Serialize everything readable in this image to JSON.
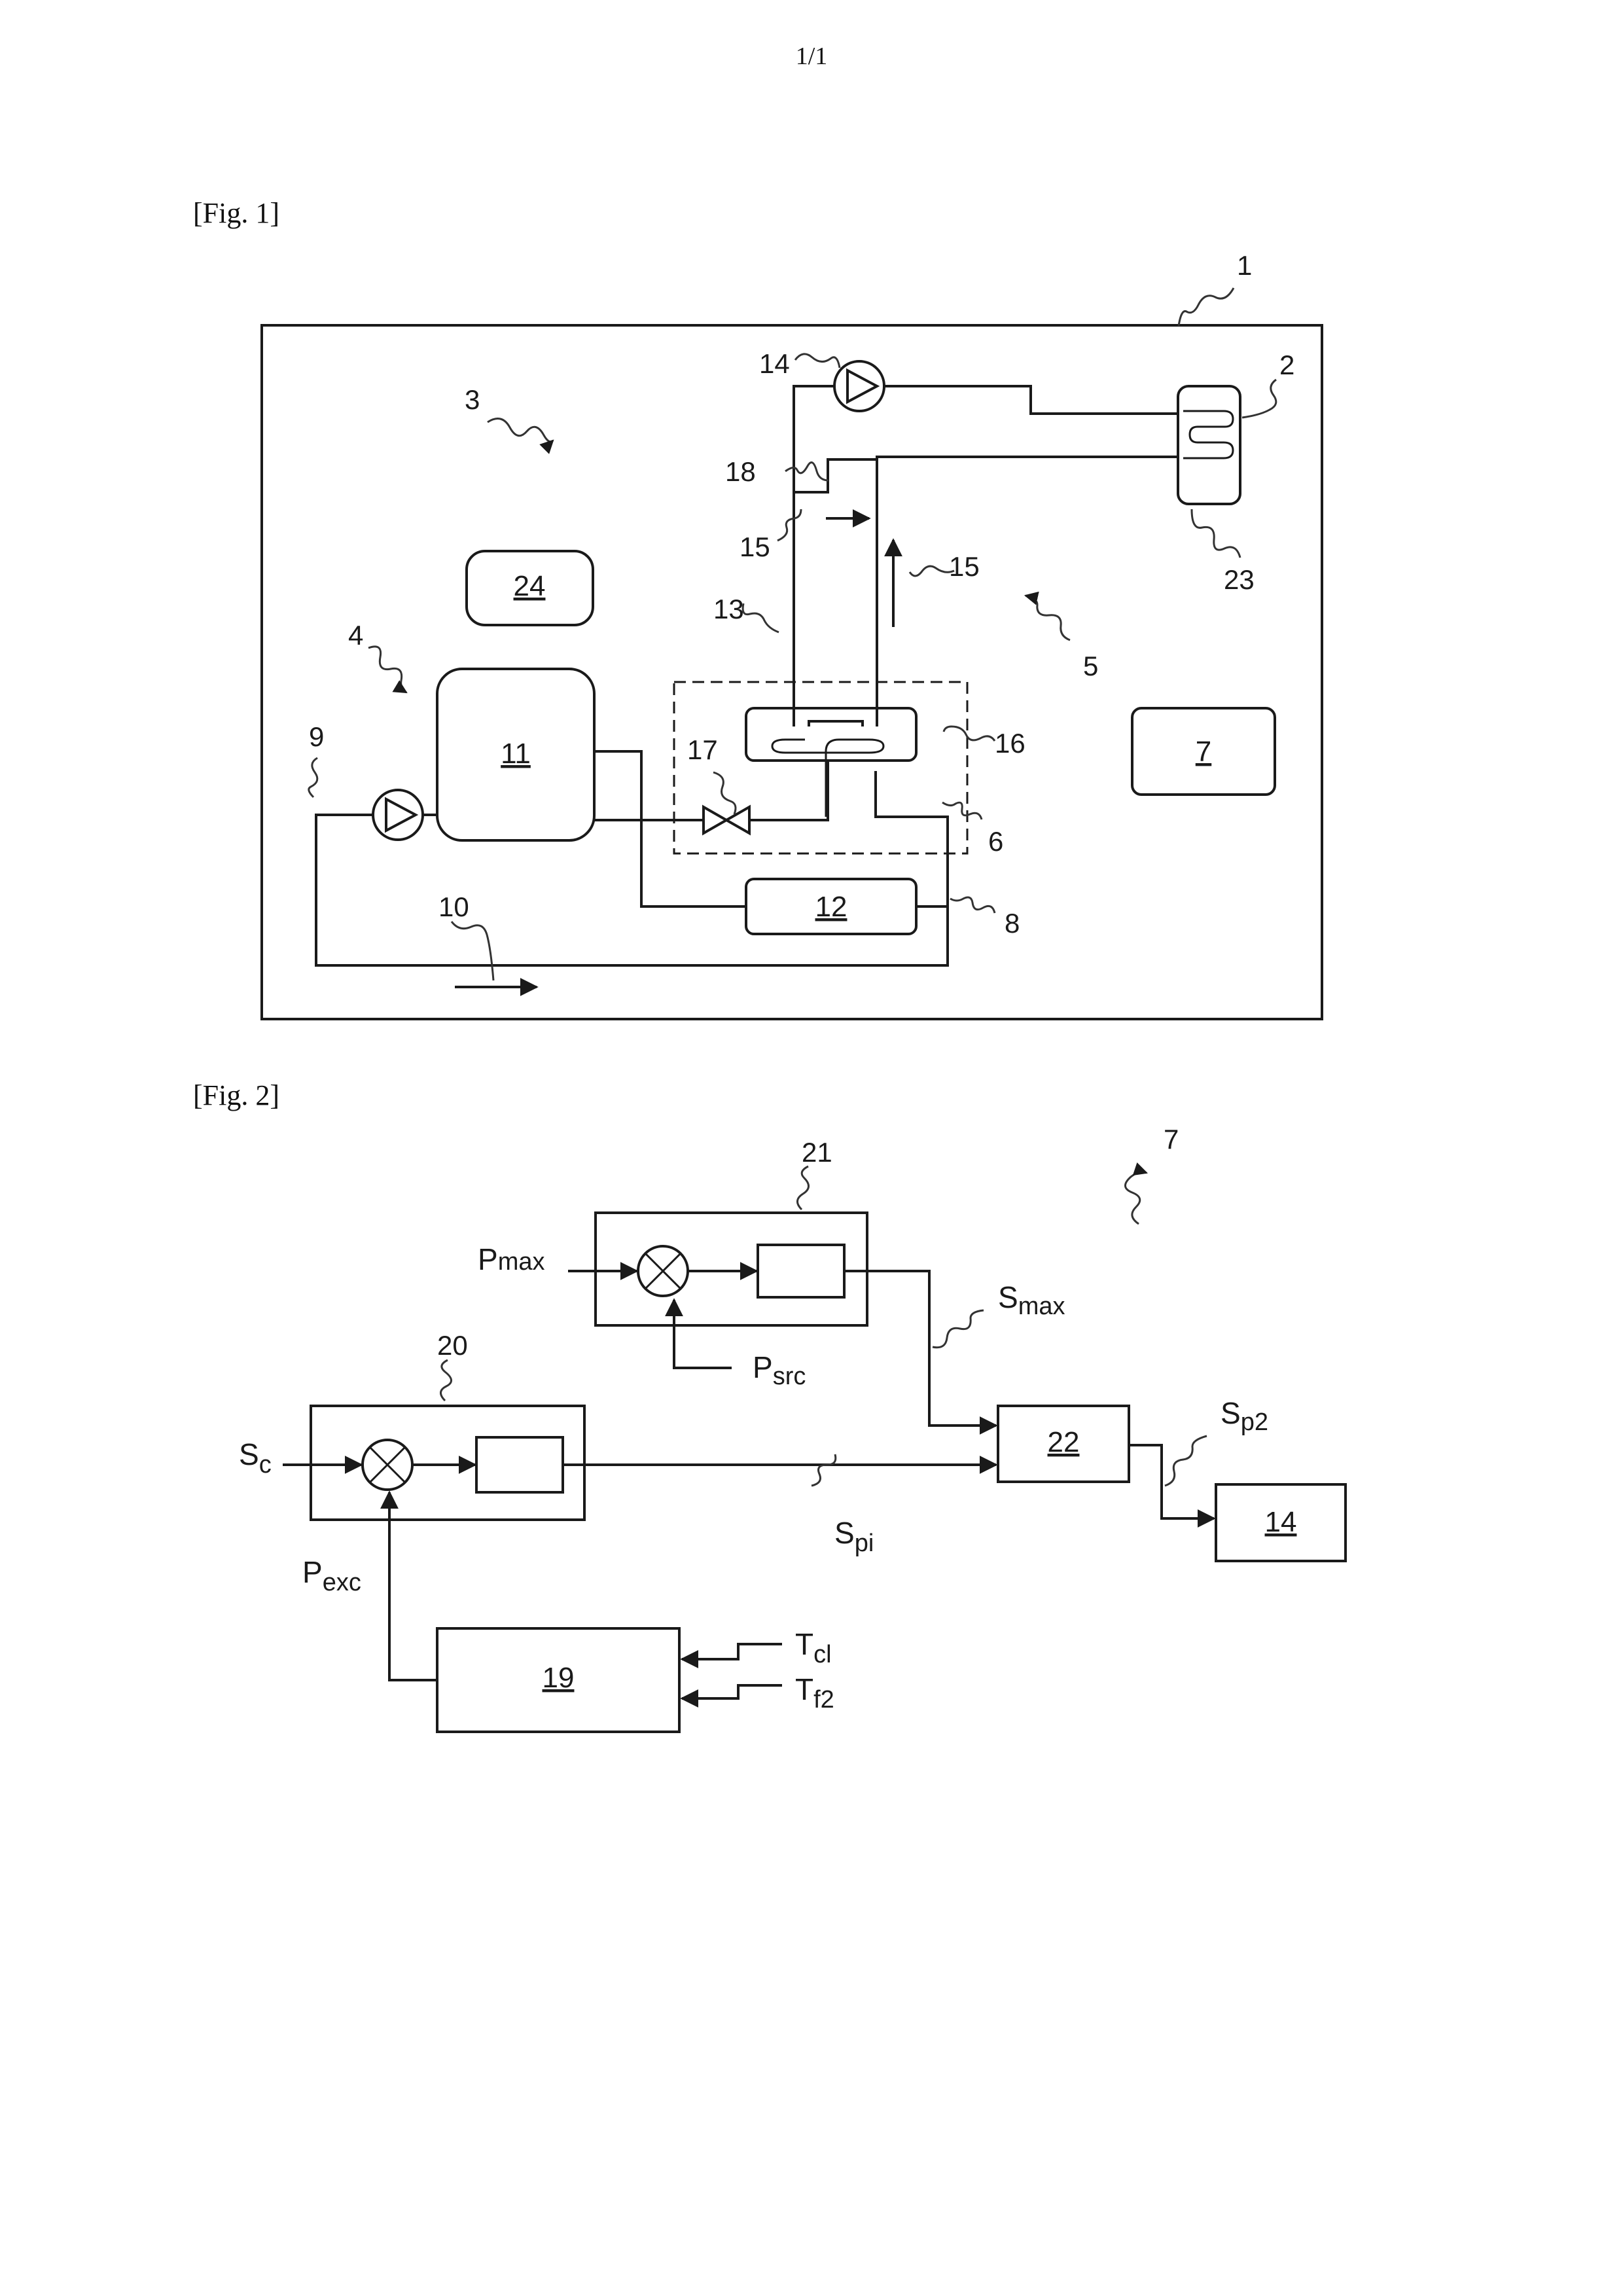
{
  "header": {
    "page_number": "1/1"
  },
  "fig1": {
    "caption": "[Fig. 1]",
    "labels": {
      "n1": "1",
      "n2": "2",
      "n3": "3",
      "n4": "4",
      "n5": "5",
      "n6": "6",
      "n7": "7",
      "n8": "8",
      "n9": "9",
      "n10": "10",
      "n11": "11",
      "n12": "12",
      "n13": "13",
      "n14": "14",
      "n15a": "15",
      "n15b": "15",
      "n16": "16",
      "n17": "17",
      "n18": "18",
      "n23": "23",
      "n24": "24"
    },
    "boxes": {
      "b24": "24",
      "b11": "11",
      "b12": "12",
      "b7": "7"
    }
  },
  "fig2": {
    "caption": "[Fig. 2]",
    "labels": {
      "n7": "7",
      "n20": "20",
      "n21": "21"
    },
    "boxes": {
      "b22": "22",
      "b14": "14",
      "b19": "19"
    },
    "signals": {
      "pmax": {
        "base": "P",
        "sub": "max"
      },
      "psrc": {
        "base": "P",
        "sub": "src"
      },
      "smax": {
        "base": "S",
        "sub": "max"
      },
      "sc": {
        "base": "S",
        "sub": "c"
      },
      "spi": {
        "base": "S",
        "sub": "pi"
      },
      "sp2": {
        "base": "S",
        "sub": "p2"
      },
      "pexc": {
        "base": "P",
        "sub": "exc"
      },
      "tcl": {
        "base": "T",
        "sub": "cl"
      },
      "tf2": {
        "base": "T",
        "sub": "f2"
      }
    }
  }
}
